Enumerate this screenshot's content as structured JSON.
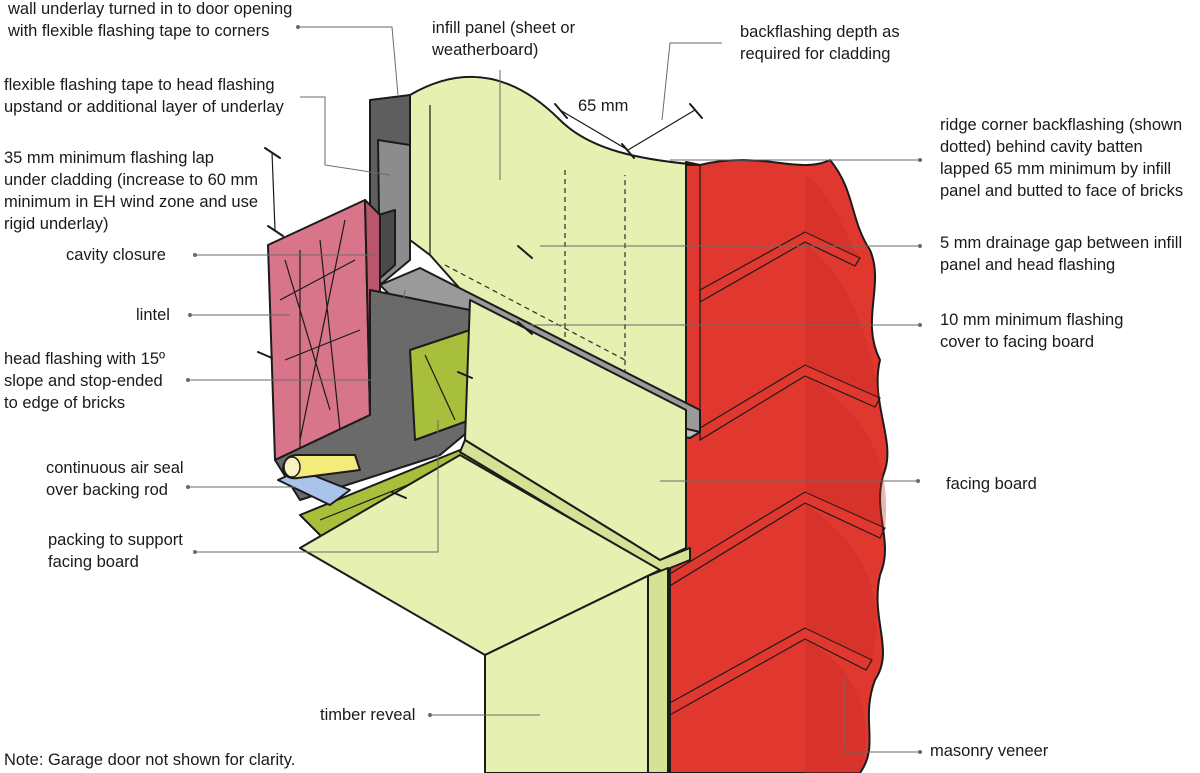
{
  "labels": {
    "wall_underlay": "wall underlay turned in to door opening\nwith flexible flashing tape to corners",
    "flashing_tape": "flexible flashing tape to head flashing\nupstand or additional layer of underlay",
    "flashing_lap": "35 mm minimum flashing lap\nunder cladding (increase to 60 mm\nminimum in EH wind zone and use\nrigid underlay)",
    "cavity_closure": "cavity closure",
    "lintel": "lintel",
    "head_flashing": "head flashing with 15º\nslope and stop-ended\nto edge of bricks",
    "air_seal": "continuous air seal\nover backing rod",
    "packing": "packing to support\nfacing board",
    "infill_panel": "infill panel (sheet or\nweatherboard)",
    "dim_65": "65 mm",
    "backflashing_depth": "backflashing depth as\nrequired for cladding",
    "ridge_corner": "ridge corner backflashing (shown\ndotted) behind cavity batten\nlapped 65 mm minimum by infill\npanel and butted to face of bricks",
    "drainage_gap": "5 mm drainage gap between infill\npanel and head flashing",
    "flashing_cover": "10 mm minimum flashing\ncover to facing board",
    "facing_board": "facing board",
    "timber_reveal": "timber reveal",
    "masonry_veneer": "masonry veneer",
    "note": "Note: Garage door not shown for clarity."
  },
  "colors": {
    "panel_green": "#e6f0b0",
    "panel_shadow": "#d5e296",
    "brick_red": "#e0382e",
    "brick_dark": "#c62a22",
    "mortar": "#c9c9c9",
    "lintel_pink": "#d9758a",
    "packing_green": "#a8bf3c",
    "flashing_grey": "#8c8c8c",
    "dark_grey": "#5e5e5e",
    "backing_rod": "#f3ec7a",
    "air_seal": "#a9c4e8"
  }
}
